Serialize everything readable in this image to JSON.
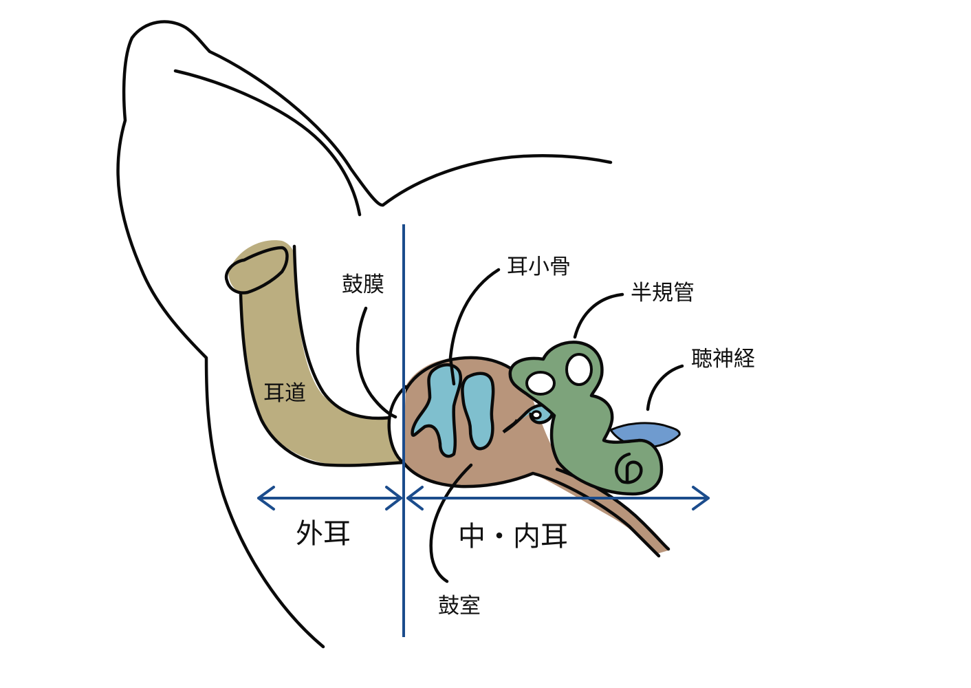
{
  "labels": {
    "eardrum": "鼓膜",
    "ossicles": "耳小骨",
    "semicircular_canals": "半規管",
    "auditory_nerve": "聴神経",
    "ear_canal": "耳道",
    "outer_ear": "外耳",
    "middle_inner_ear": "中・内耳",
    "tympanic_cavity": "鼓室"
  },
  "colors": {
    "ear_canal": "#bbae80",
    "tympanic_cavity": "#b8957b",
    "ossicles": "#7fbfce",
    "inner_ear": "#7da37b",
    "auditory_nerve": "#6f9bcf",
    "divider_line": "#1b4c8c",
    "outline": "#0a0a0a"
  }
}
